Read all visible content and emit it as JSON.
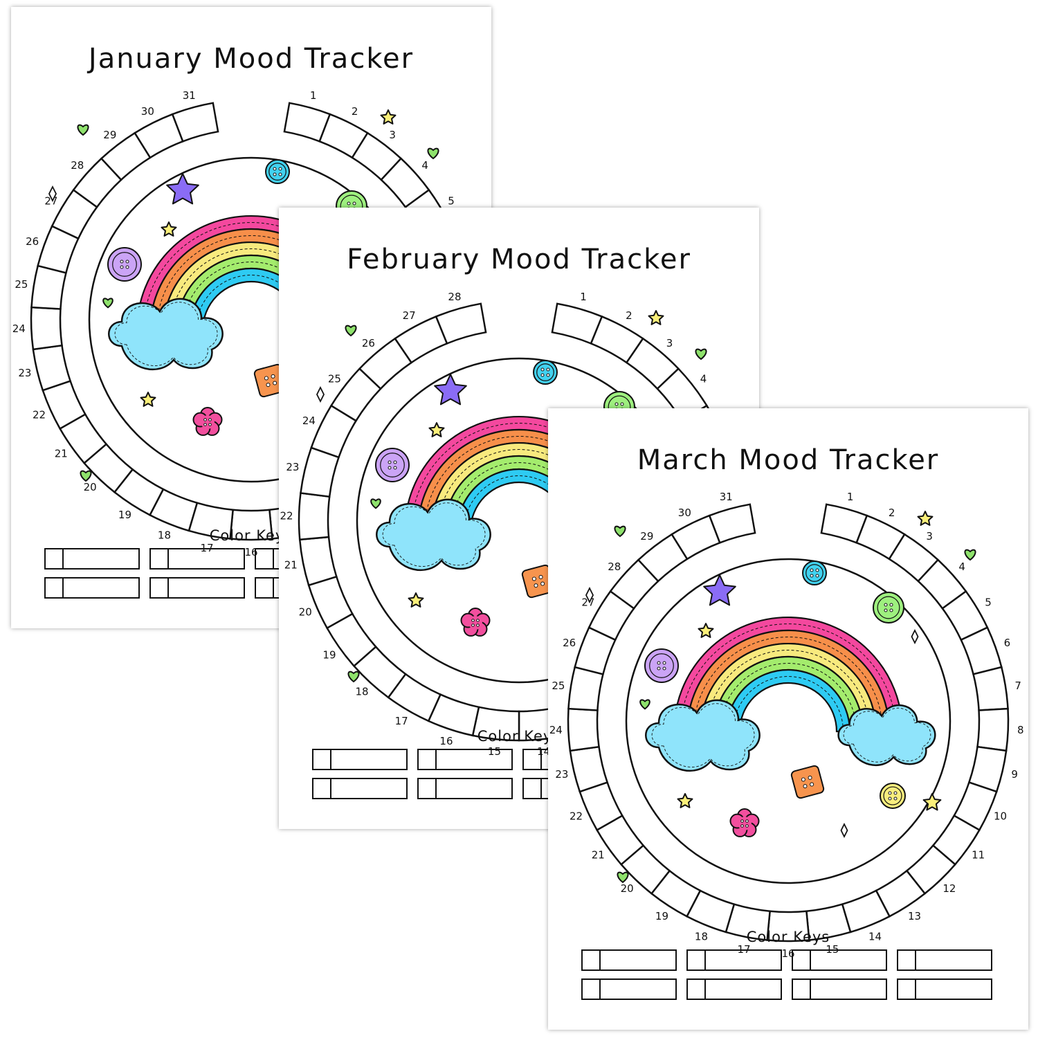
{
  "sheets": [
    {
      "id": "january",
      "title": "January Mood Tracker",
      "days": 31,
      "keys_label": "Color Keys",
      "key_slots": 8
    },
    {
      "id": "february",
      "title": "February Mood Tracker",
      "days": 28,
      "keys_label": "Color Keys",
      "key_slots": 8
    },
    {
      "id": "march",
      "title": "March Mood Tracker",
      "days": 31,
      "keys_label": "Color Keys",
      "key_slots": 8
    }
  ],
  "colors": {
    "rainbow": [
      "#f4489e",
      "#f78f4a",
      "#f8ea7e",
      "#a4ec6d",
      "#2ecbf3"
    ],
    "cloud": "#8fe4fb",
    "heart": "#8ee26c",
    "star_yellow": "#fbf07a",
    "star_purple": "#8a6cf5",
    "button_blue": "#42d2f0",
    "button_green": "#9ef07f",
    "button_purple": "#cba4f6",
    "button_orange": "#f7944e",
    "button_yellow": "#f9ee7e",
    "flower_pink": "#f24f9e"
  }
}
